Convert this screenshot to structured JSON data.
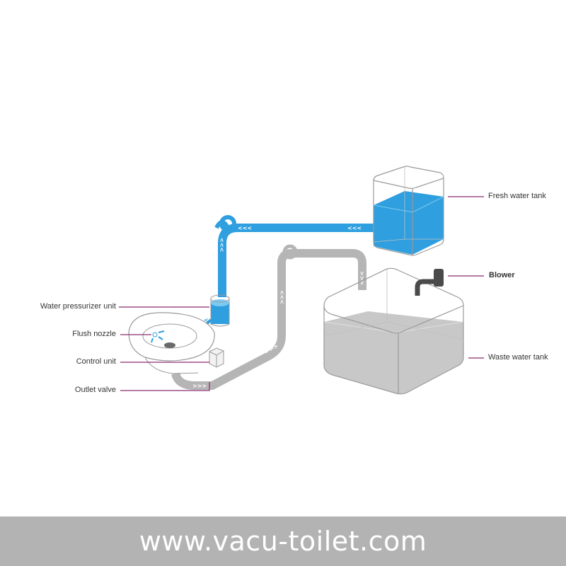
{
  "labels": {
    "fresh_water_tank": "Fresh water tank",
    "blower": "Blower",
    "waste_water_tank": "Waste water tank",
    "water_pressurizer_unit": "Water pressurizer unit",
    "flush_nozzle": "Flush nozzle",
    "control_unit": "Control unit",
    "outlet_valve": "Outlet valve"
  },
  "flow_markers": {
    "fresh_pipe_top": "<<<",
    "fresh_pipe_right": "<<<",
    "fresh_pipe_down": "<<<",
    "pressurizer": "<<<",
    "waste_pipe_top": ">>>",
    "waste_pipe_down": ">>>",
    "waste_pipe_up": ">>>",
    "waste_pipe_mid": ">>>",
    "valve_out": ">>>",
    "bowl_out": ">>>"
  },
  "footer": {
    "url": "www.vacu-toilet.com"
  },
  "colors": {
    "fresh_water": "#2f9fdf",
    "waste_pipe": "#b5b5b5",
    "waste_fill": "#c8c8c8",
    "callout_line": "#8a2a6e",
    "footer_bg": "#b3b3b3"
  }
}
